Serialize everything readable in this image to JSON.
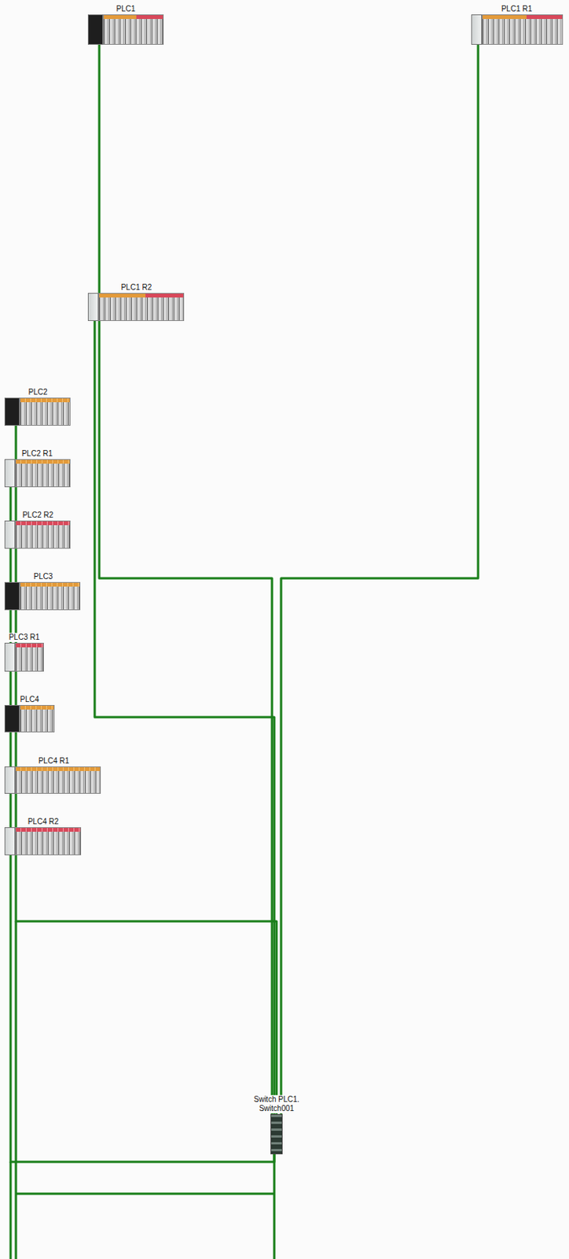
{
  "diagram": {
    "nodes": [
      {
        "text": [
          "PLC1"
        ]
      },
      {
        "text": [
          "PLC1 R1"
        ]
      },
      {
        "text": [
          "PLC1 R2"
        ]
      },
      {
        "text": [
          "PLC2"
        ]
      },
      {
        "text": [
          "PLC2 R1"
        ]
      },
      {
        "text": [
          "PLC2 R2"
        ]
      },
      {
        "text": [
          "PLC3"
        ]
      },
      {
        "text": [
          "PLC3 R1"
        ]
      },
      {
        "text": [
          "PLC4"
        ]
      },
      {
        "text": [
          "PLC4 R1"
        ]
      },
      {
        "text": [
          "PLC4 R2"
        ]
      },
      {
        "text": [
          "Switch PLC1. Switch001"
        ]
      }
    ],
    "edges": [
      {
        "from": 0,
        "to": 11,
        "arrow": "none"
      },
      {
        "from": 1,
        "to": 11,
        "arrow": "none"
      },
      {
        "from": 2,
        "to": 11,
        "arrow": "none"
      },
      {
        "from": 3,
        "to": 11,
        "arrow": "none"
      },
      {
        "from": 4,
        "to": 11,
        "arrow": "none"
      }
    ]
  }
}
